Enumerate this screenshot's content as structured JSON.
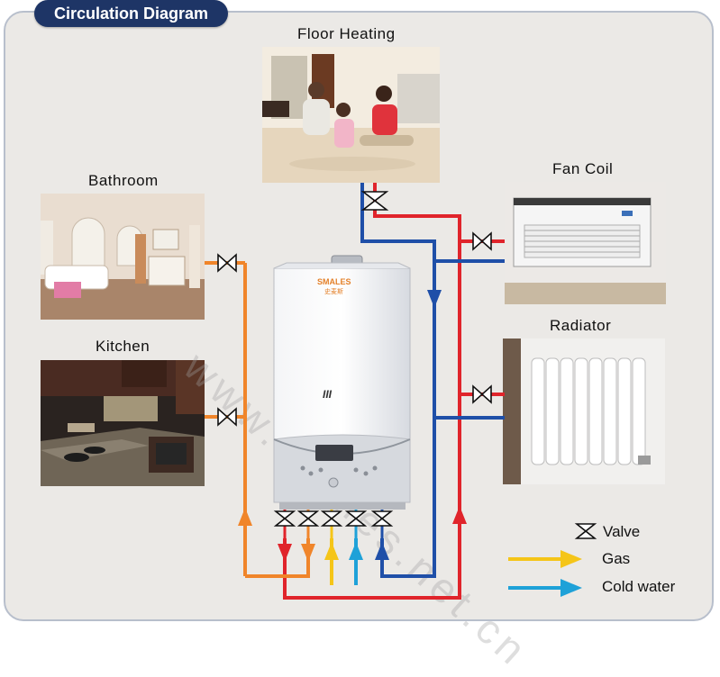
{
  "title": "Circulation Diagram",
  "rooms": {
    "floor_heating": "Floor Heating",
    "bathroom": "Bathroom",
    "kitchen": "Kitchen",
    "fan_coil": "Fan Coil",
    "radiator": "Radiator"
  },
  "boiler": {
    "brand": "SMALES",
    "brand_sub": "史麦斯",
    "badge": "III"
  },
  "watermark": "www.smales.net.cn",
  "legend": {
    "valve": "Valve",
    "gas": "Gas",
    "cold_water": "Cold water"
  },
  "colors": {
    "hot_pipe": "#e0242b",
    "return_pipe": "#1f4fa8",
    "gas_pipe": "#f5c518",
    "cold_water_pipe": "#1ea1d8",
    "dhw_pipe": "#f0852a",
    "title_tab": "#1e3566"
  }
}
